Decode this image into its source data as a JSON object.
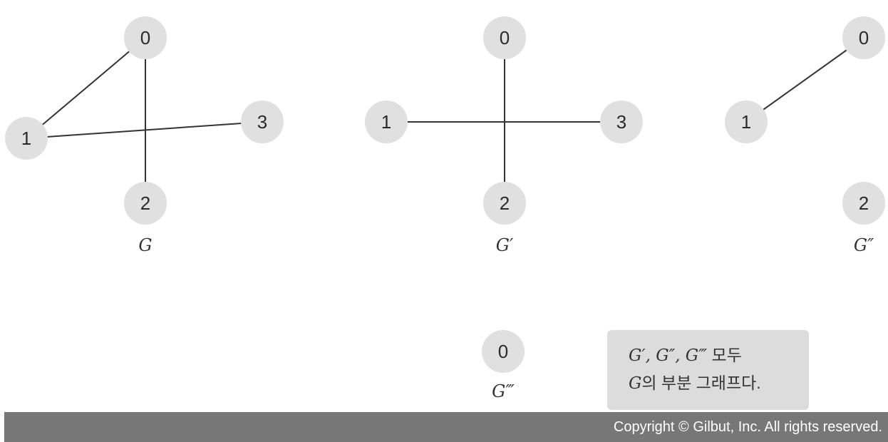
{
  "graphs": [
    {
      "id": "G",
      "label": "G",
      "nodes": [
        "0",
        "1",
        "2",
        "3"
      ],
      "edges": [
        [
          "0",
          "1"
        ],
        [
          "0",
          "2"
        ],
        [
          "1",
          "3"
        ]
      ]
    },
    {
      "id": "G1",
      "label": "G′",
      "nodes": [
        "0",
        "1",
        "2",
        "3"
      ],
      "edges": [
        [
          "0",
          "2"
        ],
        [
          "1",
          "3"
        ]
      ]
    },
    {
      "id": "G2",
      "label": "G″",
      "nodes": [
        "0",
        "1",
        "2"
      ],
      "edges": [
        [
          "0",
          "1"
        ]
      ]
    },
    {
      "id": "G3",
      "label": "G‴",
      "nodes": [
        "0"
      ],
      "edges": []
    }
  ],
  "note": {
    "line1_math": "G′, G″, G‴",
    "line1_text": " 모두",
    "line2_math": "G",
    "line2_text": "의 부분 그래프다."
  },
  "footer": {
    "copyright": "Copyright © Gilbut, Inc. All rights reserved."
  },
  "colors": {
    "node_fill": "#e0e0e0",
    "edge": "#333333",
    "footer_bg": "#777777",
    "note_bg": "#dcdcdc"
  }
}
